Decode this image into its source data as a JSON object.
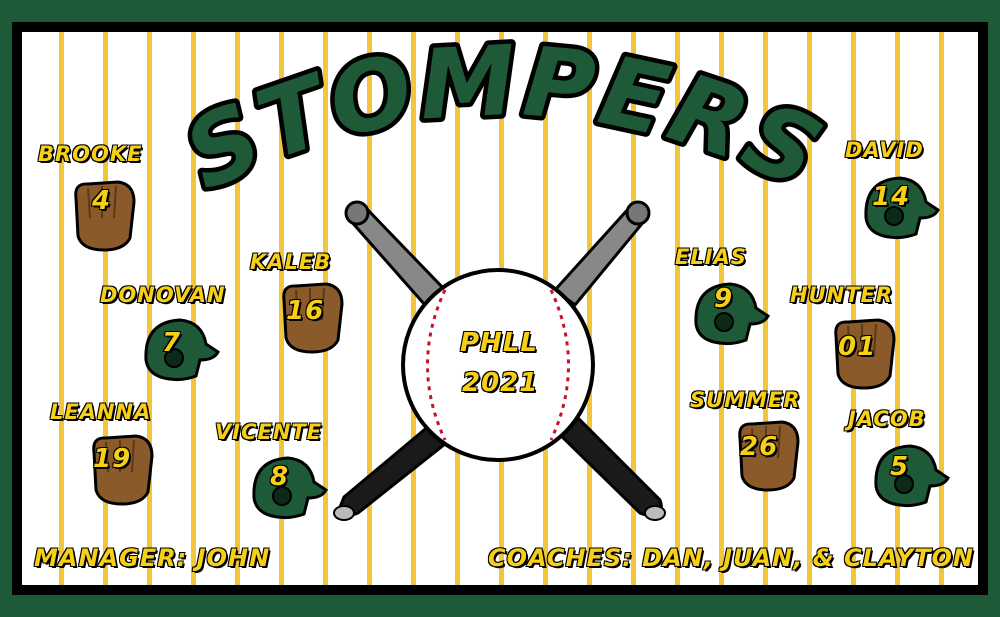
{
  "team": {
    "name": "STOMPERS"
  },
  "league": {
    "line1": "PHLL",
    "line2": "2021"
  },
  "colors": {
    "green": "#1f5a38",
    "yellow": "#f6cf16",
    "stripe": "#f2c63a",
    "seam": "#c8102e",
    "glove": "#8b5a2b"
  },
  "players": [
    {
      "name": "BROOKE",
      "number": "4",
      "icon": "glove-icon"
    },
    {
      "name": "DONOVAN",
      "number": "7",
      "icon": "helmet-icon"
    },
    {
      "name": "LEANNA",
      "number": "19",
      "icon": "glove-icon"
    },
    {
      "name": "KALEB",
      "number": "16",
      "icon": "glove-icon"
    },
    {
      "name": "VICENTE",
      "number": "8",
      "icon": "helmet-icon"
    },
    {
      "name": "DAVID",
      "number": "14",
      "icon": "helmet-icon"
    },
    {
      "name": "ELIAS",
      "number": "9",
      "icon": "helmet-icon"
    },
    {
      "name": "HUNTER",
      "number": "01",
      "icon": "glove-icon"
    },
    {
      "name": "SUMMER",
      "number": "26",
      "icon": "glove-icon"
    },
    {
      "name": "JACOB",
      "number": "5",
      "icon": "helmet-icon"
    }
  ],
  "staff": {
    "manager": "MANAGER: JOHN",
    "coaches": "COACHES: DAN, JUAN, & CLAYTON"
  }
}
